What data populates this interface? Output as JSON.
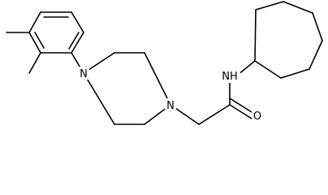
{
  "molecule": {
    "atom_labels": {
      "piperazine_n_aryl": "N",
      "piperazine_n_alkyl": "N",
      "amide_nh": "NH",
      "carbonyl_o": "O"
    }
  },
  "colors": {
    "background": "#ffffff",
    "bond": "#000000",
    "text": "#000000"
  }
}
